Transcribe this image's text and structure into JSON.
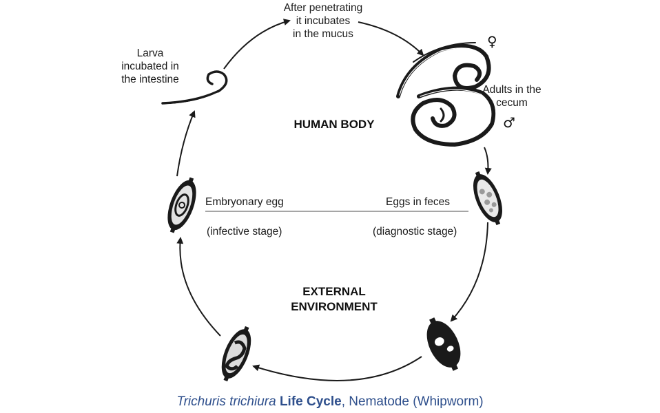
{
  "labels": {
    "penetrating": [
      "After penetrating",
      "it incubates",
      "in the mucus"
    ],
    "larva": [
      "Larva",
      "incubated in",
      "the intestine"
    ],
    "adults": [
      "Adults in the",
      "cecum"
    ],
    "human_body": "HUMAN BODY",
    "embryonary_egg": "Embryonary egg",
    "infective_stage": "(infective stage)",
    "eggs_in_feces": "Eggs in feces",
    "diagnostic_stage": "(diagnostic stage)",
    "external_environment": [
      "EXTERNAL",
      "ENVIRONMENT"
    ]
  },
  "symbols": {
    "female": "♀",
    "male": "♂"
  },
  "caption": {
    "species": "Trichuris trichiura",
    "life_cycle": "Life Cycle",
    "rest": ", Nematode (Whipworm)"
  }
}
